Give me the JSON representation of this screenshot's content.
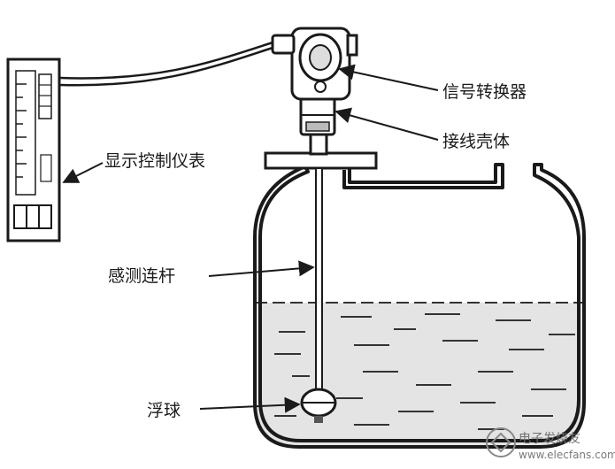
{
  "labels": {
    "signal_converter": "信号转换器",
    "junction_housing": "接线壳体",
    "display_controller": "显示控制仪表",
    "sensing_rod": "感测连杆",
    "float_ball": "浮球"
  },
  "watermark": {
    "text": "电子发烧友",
    "url": "www.elecfans.com"
  },
  "colors": {
    "stroke": "#1a1a1a",
    "liquid": "#e4e4e4",
    "background": "#ffffff"
  }
}
